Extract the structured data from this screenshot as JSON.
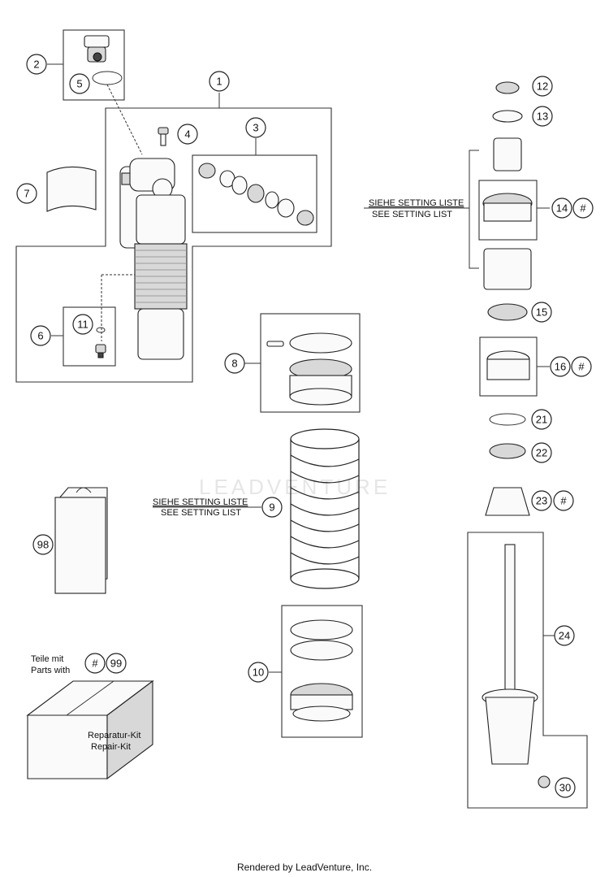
{
  "watermark": "LEADVENTURE",
  "notes": {
    "setting_de": "SIEHE SETTING LISTE",
    "setting_en": "SEE SETTING LIST",
    "parts_de": "Teile mit",
    "parts_en": "Parts with",
    "kit_de": "Reparatur-Kit",
    "kit_en": "Repair-Kit"
  },
  "callouts": {
    "c1": "1",
    "c2": "2",
    "c3": "3",
    "c4": "4",
    "c5": "5",
    "c6": "6",
    "c7": "7",
    "c8": "8",
    "c9": "9",
    "c10": "10",
    "c11": "11",
    "c12": "12",
    "c13": "13",
    "c14": "14",
    "c15": "15",
    "c16": "16",
    "c21": "21",
    "c22": "22",
    "c23": "23",
    "c24": "24",
    "c30": "30",
    "c98": "98",
    "c99": "99"
  },
  "hash_symbol": "#",
  "footer": "Rendered by LeadVenture, Inc."
}
